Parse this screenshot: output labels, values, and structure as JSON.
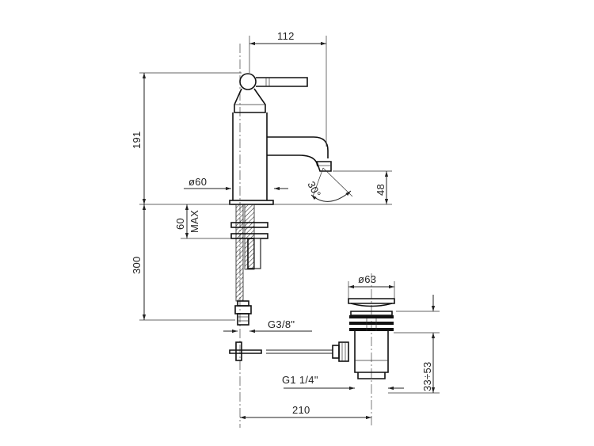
{
  "dimensions": {
    "spout_reach": "112",
    "total_height": "191",
    "spout_height": "48",
    "base_diameter": "ø60",
    "spout_angle": "30°",
    "max_deck_thickness": "60",
    "max_label": "MAX",
    "hose_length": "300",
    "hose_thread": "G3/8\"",
    "waste_diameter": "ø63",
    "waste_thread": "G1  1/4\"",
    "waste_range": "33÷53",
    "pull_rod_length": "210"
  }
}
